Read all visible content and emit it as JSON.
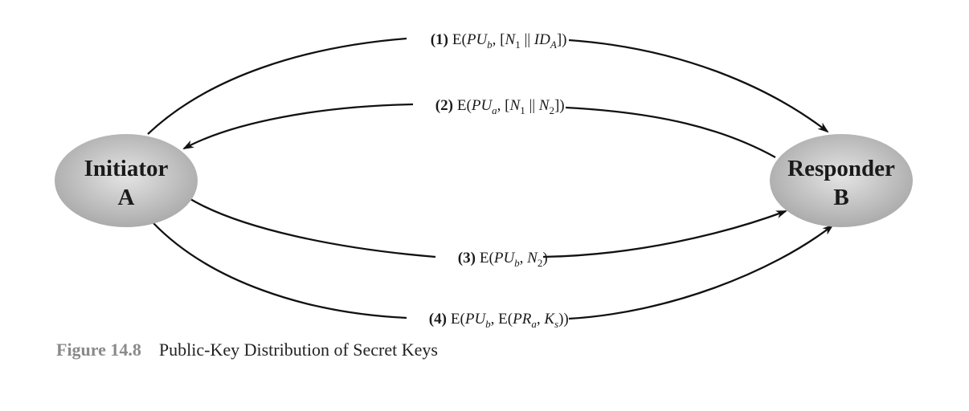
{
  "nodes": {
    "initiator": {
      "line1": "Initiator",
      "line2": "A"
    },
    "responder": {
      "line1": "Responder",
      "line2": "B"
    }
  },
  "messages": [
    {
      "number": "(1)",
      "func": "E(",
      "key": "PU",
      "key_sub": "b",
      "sep": ", [",
      "nonce": "N",
      "nonce_sub": "1",
      "concat": " || ",
      "id": "ID",
      "id_sub": "A",
      "close": "])"
    },
    {
      "number": "(2)",
      "func": "E(",
      "key": "PU",
      "key_sub": "a",
      "sep": ", [",
      "nonce1": "N",
      "nonce1_sub": "1",
      "concat": " || ",
      "nonce2": "N",
      "nonce2_sub": "2",
      "close": "])"
    },
    {
      "number": "(3)",
      "func": "E(",
      "key": "PU",
      "key_sub": "b",
      "sep": ", ",
      "nonce": "N",
      "nonce_sub": "2",
      "close": ")"
    },
    {
      "number": "(4)",
      "func": "E(",
      "key": "PU",
      "key_sub": "b",
      "sep": ", E(",
      "inner_key": "PR",
      "inner_key_sub": "a",
      "sep2": ", ",
      "secret": "K",
      "secret_sub": "s",
      "close": "))"
    }
  ],
  "caption": {
    "label": "Figure 14.8",
    "text": "Public-Key Distribution of Secret Keys"
  },
  "colors": {
    "node_fill_center": "#e4e4e4",
    "node_fill_edge": "#a6a6a6",
    "caption_label": "#8a8a8a"
  }
}
